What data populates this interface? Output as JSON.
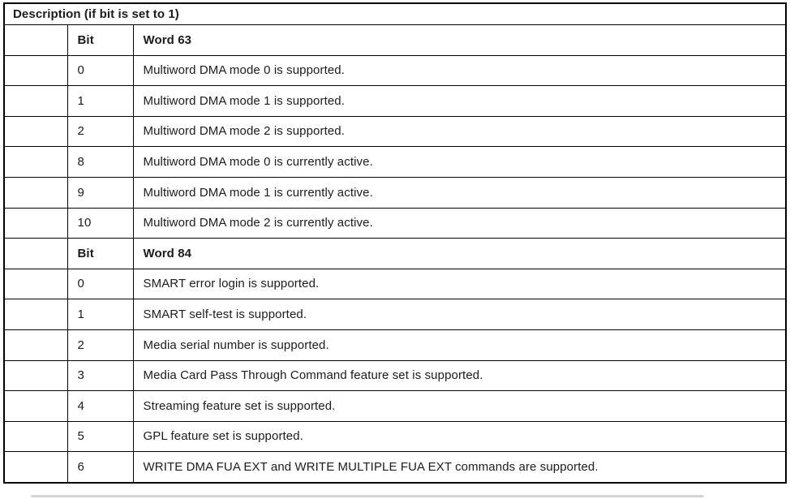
{
  "colors": {
    "border": "#000000",
    "text": "#1c1c1c",
    "background": "#ffffff"
  },
  "table": {
    "title": "Description (if bit is set to 1)",
    "sections": [
      {
        "bit_header": "Bit",
        "word_header": "Word 63",
        "rows": [
          {
            "bit": "0",
            "description": "Multiword DMA mode 0 is supported."
          },
          {
            "bit": "1",
            "description": "Multiword DMA mode 1 is supported."
          },
          {
            "bit": "2",
            "description": "Multiword DMA mode 2 is supported."
          },
          {
            "bit": "8",
            "description": "Multiword DMA mode 0 is currently active."
          },
          {
            "bit": "9",
            "description": "Multiword DMA mode 1 is currently active."
          },
          {
            "bit": "10",
            "description": "Multiword DMA mode 2 is currently active."
          }
        ]
      },
      {
        "bit_header": "Bit",
        "word_header": "Word 84",
        "rows": [
          {
            "bit": "0",
            "description": "SMART error login is supported."
          },
          {
            "bit": "1",
            "description": "SMART self-test is supported."
          },
          {
            "bit": "2",
            "description": "Media serial number is supported."
          },
          {
            "bit": "3",
            "description": "Media Card Pass Through Command feature set is supported."
          },
          {
            "bit": "4",
            "description": "Streaming feature set is supported."
          },
          {
            "bit": "5",
            "description": "GPL feature set is supported."
          },
          {
            "bit": "6",
            "description": "WRITE DMA FUA EXT and WRITE MULTIPLE FUA EXT commands are supported."
          }
        ]
      }
    ]
  }
}
